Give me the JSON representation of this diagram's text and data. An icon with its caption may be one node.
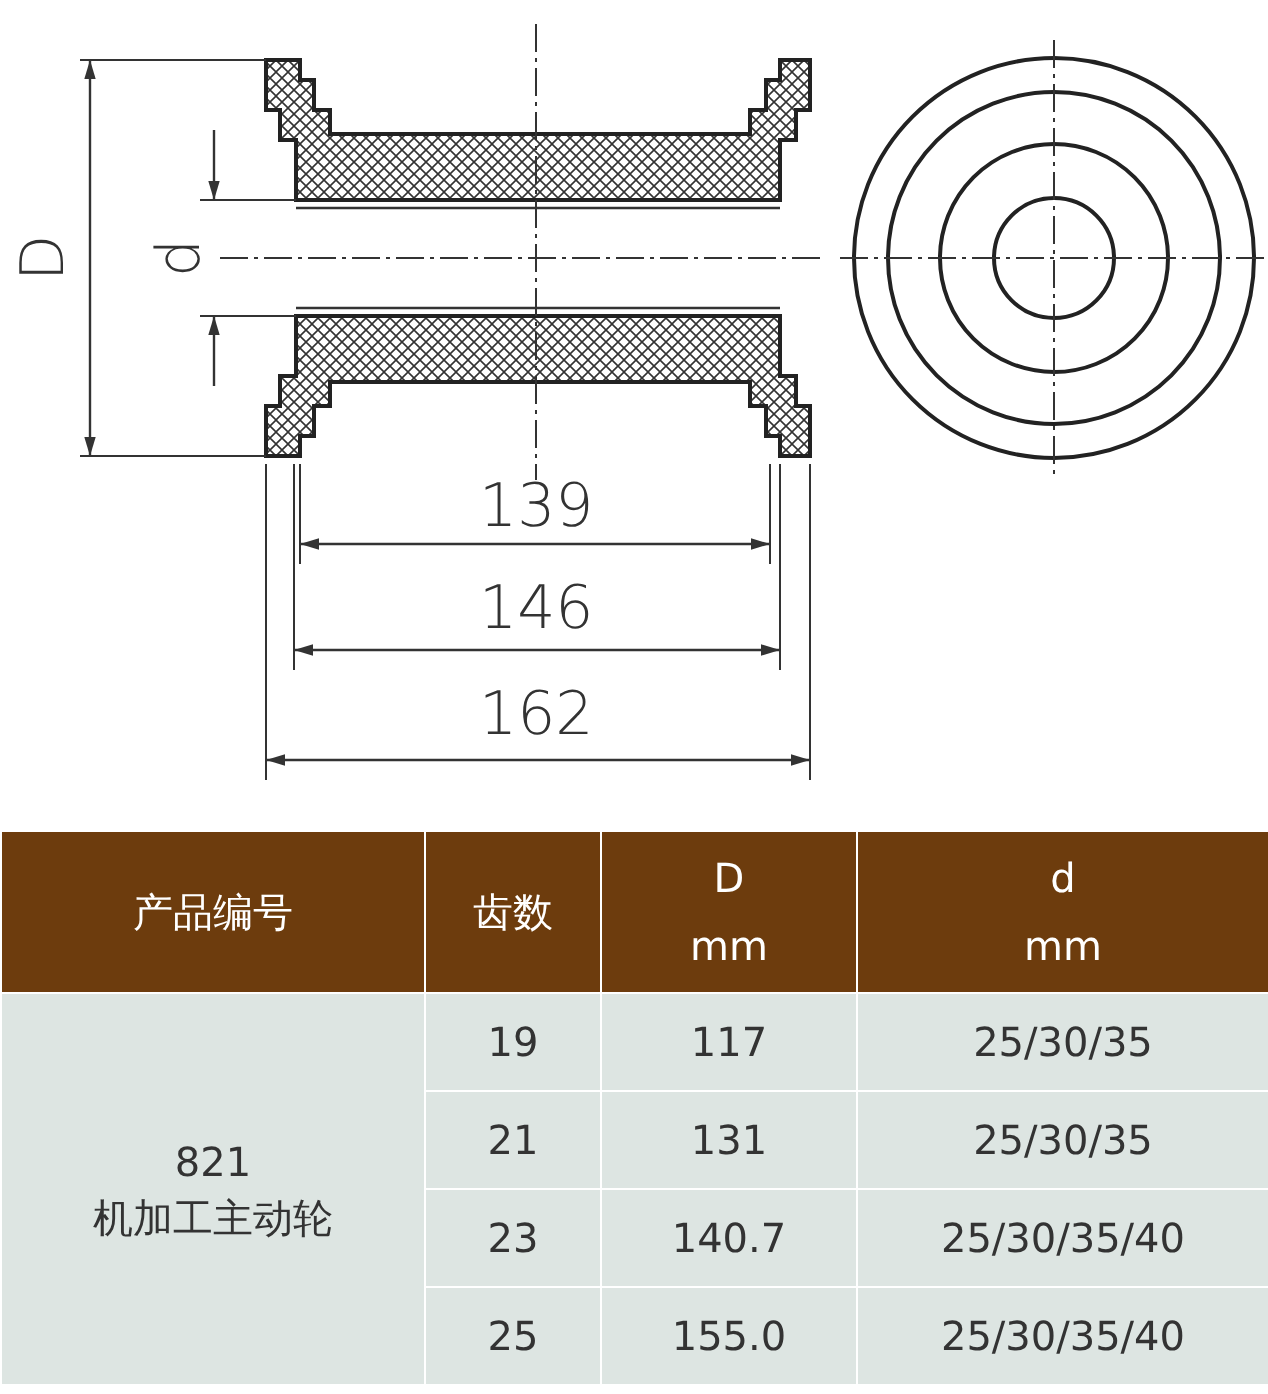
{
  "diagram": {
    "labels": [
      "D",
      "d",
      "139",
      "146",
      "162",
      "产品编号",
      "齿数",
      "D mm",
      "d mm",
      "821 机加工主动轮",
      "19",
      "117",
      "25/30/35",
      "21",
      "131",
      "25/30/35",
      "23",
      "140.7",
      "25/30/35/40",
      "25",
      "155.0",
      "25/30/35/40"
    ]
  }
}
